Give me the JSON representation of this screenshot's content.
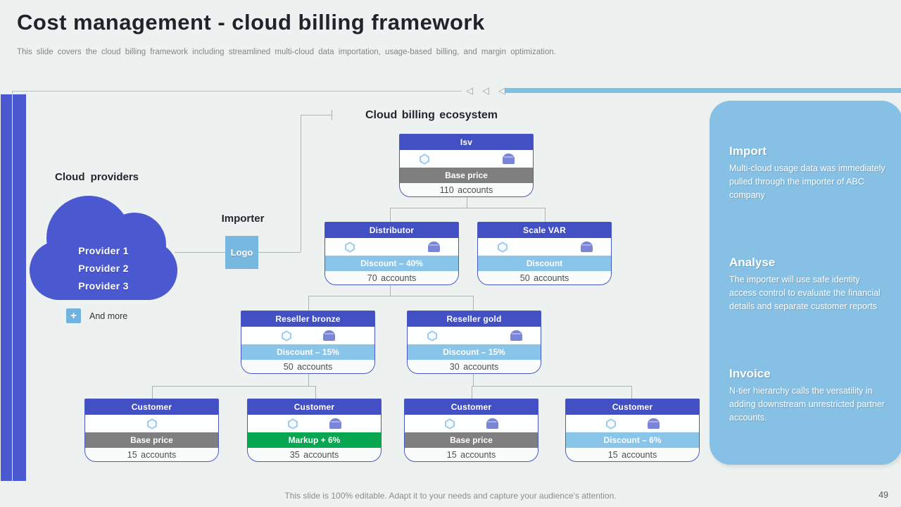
{
  "slide": {
    "title": "Cost management - cloud billing framework",
    "subtitle": "This slide covers the cloud billing framework including streamlined multi-cloud data importation, usage-based billing, and margin optimization.",
    "footer_note": "This slide is 100% editable. Adapt it to your needs and capture your audience's attention.",
    "page_number": "49"
  },
  "deco": {
    "chevron": "◁"
  },
  "colors": {
    "background": "#EDF2F0",
    "accent_blue": "#4B59D0",
    "node_header_blue": "#4250C4",
    "light_blue_band": "#89C4E9",
    "gray_band": "#7F7F7F",
    "green_band": "#07A650",
    "panel_blue": "#87C0E5",
    "logo_blue": "#77B8E1",
    "top_bar_blue": "#80C0E4"
  },
  "diagram": {
    "heading": "Cloud billing ecosystem",
    "providers": {
      "heading": "Cloud providers",
      "items": [
        "Provider 1",
        "Provider 2",
        "Provider 3"
      ],
      "plus_icon": "+",
      "more_label": "And more"
    },
    "importer": {
      "heading": "Importer",
      "logo_label": "Logo"
    },
    "nodes": [
      {
        "id": "isv",
        "title": "Isv",
        "icons": [
          "hexagon",
          "grid",
          "basket"
        ],
        "band": "gray",
        "band_label": "Base price",
        "accounts": "110 accounts"
      },
      {
        "id": "distributor",
        "title": "Distributor",
        "icons": [
          "hexagon",
          "grid",
          "basket"
        ],
        "band": "lightblue",
        "band_label": "Discount – 40%",
        "accounts": "70 accounts"
      },
      {
        "id": "scale-var",
        "title": "Scale VAR",
        "icons": [
          "hexagon",
          "grid",
          "basket"
        ],
        "band": "lightblue",
        "band_label": "Discount",
        "accounts": "50 accounts"
      },
      {
        "id": "reseller-bronze",
        "title": "Reseller bronze",
        "icons": [
          "hexagon",
          "basket"
        ],
        "band": "lightblue",
        "band_label": "Discount – 15%",
        "accounts": "50 accounts"
      },
      {
        "id": "reseller-gold",
        "title": "Reseller gold",
        "icons": [
          "hexagon",
          "grid",
          "basket"
        ],
        "band": "lightblue",
        "band_label": "Discount – 15%",
        "accounts": "30 accounts"
      },
      {
        "id": "customer-1",
        "title": "Customer",
        "icons": [
          "hexagon"
        ],
        "band": "gray",
        "band_label": "Base price",
        "accounts": "15 accounts"
      },
      {
        "id": "customer-2",
        "title": "Customer",
        "icons": [
          "hexagon",
          "basket"
        ],
        "band": "green",
        "band_label": "Markup + 6%",
        "accounts": "35 accounts"
      },
      {
        "id": "customer-3",
        "title": "Customer",
        "icons": [
          "hexagon",
          "basket"
        ],
        "band": "gray",
        "band_label": "Base price",
        "accounts": "15 accounts"
      },
      {
        "id": "customer-4",
        "title": "Customer",
        "icons": [
          "hexagon",
          "basket"
        ],
        "band": "lightblue",
        "band_label": "Discount – 6%",
        "accounts": "15 accounts"
      }
    ],
    "edges": [
      {
        "from": "isv",
        "to": [
          "distributor",
          "scale-var"
        ]
      },
      {
        "from": "distributor",
        "to": [
          "reseller-bronze",
          "reseller-gold"
        ]
      },
      {
        "from": "reseller-bronze",
        "to": [
          "customer-1",
          "customer-2"
        ]
      },
      {
        "from": "reseller-gold",
        "to": [
          "customer-3",
          "customer-4"
        ]
      }
    ]
  },
  "side_panel": {
    "sections": [
      {
        "title": "Import",
        "body": "Multi-cloud usage data was immediately pulled through the importer of ABC company"
      },
      {
        "title": "Analyse",
        "body": "The importer will use safe identity access control to evaluate the financial details and separate customer reports"
      },
      {
        "title": "Invoice",
        "body": "N-tier hierarchy calls the versatility in adding downstream unrestricted partner accounts."
      }
    ]
  }
}
